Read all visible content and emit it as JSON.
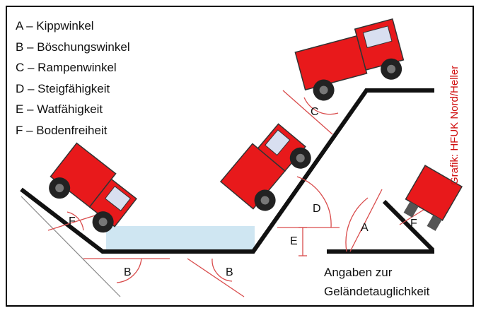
{
  "legend": [
    "A – Kippwinkel",
    "B – Böschungswinkel",
    "C – Rampenwinkel",
    "D – Steigfähigkeit",
    "E – Watfähigkeit",
    "F – Bodenfreiheit"
  ],
  "credit": "Grafik: HFUK Nord/Heller",
  "caption": [
    "Angaben zur",
    "Geländetauglichkeit"
  ],
  "angle_labels": {
    "A": "A",
    "B_left": "B",
    "B_mid": "B",
    "C": "C",
    "D": "D",
    "E": "E",
    "F_left": "F",
    "F_right": "F"
  },
  "colors": {
    "vehicle_red": "#e8191b",
    "ground": "#111111",
    "angle_lines": "#d94c4c",
    "water": "#cfe6f2",
    "credit": "#d01010"
  }
}
